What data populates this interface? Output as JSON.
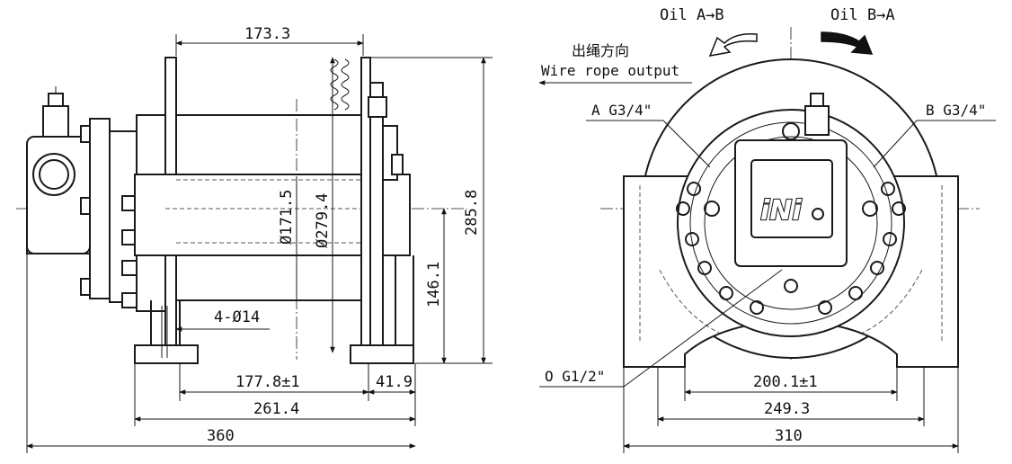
{
  "dimensions": {
    "top_width": "173.3",
    "height_total": "285.8",
    "height_axis": "146.1",
    "drum_diameter": "Ø171.5",
    "flange_diameter": "Ø279.4",
    "mount_holes": "4-Ø14",
    "base_length": "177.8±1",
    "foot_width": "41.9",
    "length_mid": "261.4",
    "length_total": "360",
    "base_width_inner": "200.1±1",
    "base_width_mid": "249.3",
    "base_width_total": "310"
  },
  "flow_labels": {
    "oil_a_to_b": "Oil A→B",
    "oil_b_to_a": "Oil B→A"
  },
  "rope_output": {
    "cn": "出绳方向",
    "en": "Wire rope output"
  },
  "ports": {
    "a": "A G3/4\"",
    "b": "B G3/4\"",
    "o": "O G1/2\""
  },
  "logo_text": "iNi",
  "colors": {
    "line": "#1a1a1a",
    "background": "#ffffff"
  }
}
